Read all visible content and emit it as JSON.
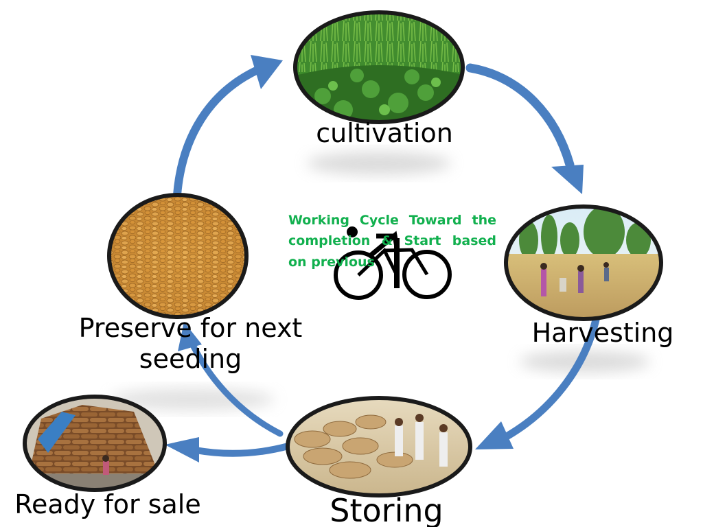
{
  "diagram": {
    "nodes": [
      {
        "id": "cultivation",
        "label": "cultivation",
        "image": "green-crop-field"
      },
      {
        "id": "harvesting",
        "label": "Harvesting",
        "image": "wheat-harvest-field"
      },
      {
        "id": "storing",
        "label": "Storing",
        "image": "grain-sacks-storage"
      },
      {
        "id": "ready",
        "label": "Ready for sale",
        "image": "stacked-grain-sacks"
      },
      {
        "id": "preserve",
        "label": "Preserve for next seeding",
        "image": "wheat-grains"
      }
    ],
    "edges": [
      {
        "from": "cultivation",
        "to": "harvesting"
      },
      {
        "from": "harvesting",
        "to": "storing"
      },
      {
        "from": "storing",
        "to": "ready"
      },
      {
        "from": "storing",
        "to": "preserve"
      },
      {
        "from": "preserve",
        "to": "cultivation"
      }
    ],
    "center_text": "Working Cycle Toward the completion & Start based on previous",
    "center_icon": "cyclist-icon"
  },
  "colors": {
    "arrow": "#4a7fc1",
    "center_text": "#11b04e",
    "image_border": "#1a1a1a"
  }
}
